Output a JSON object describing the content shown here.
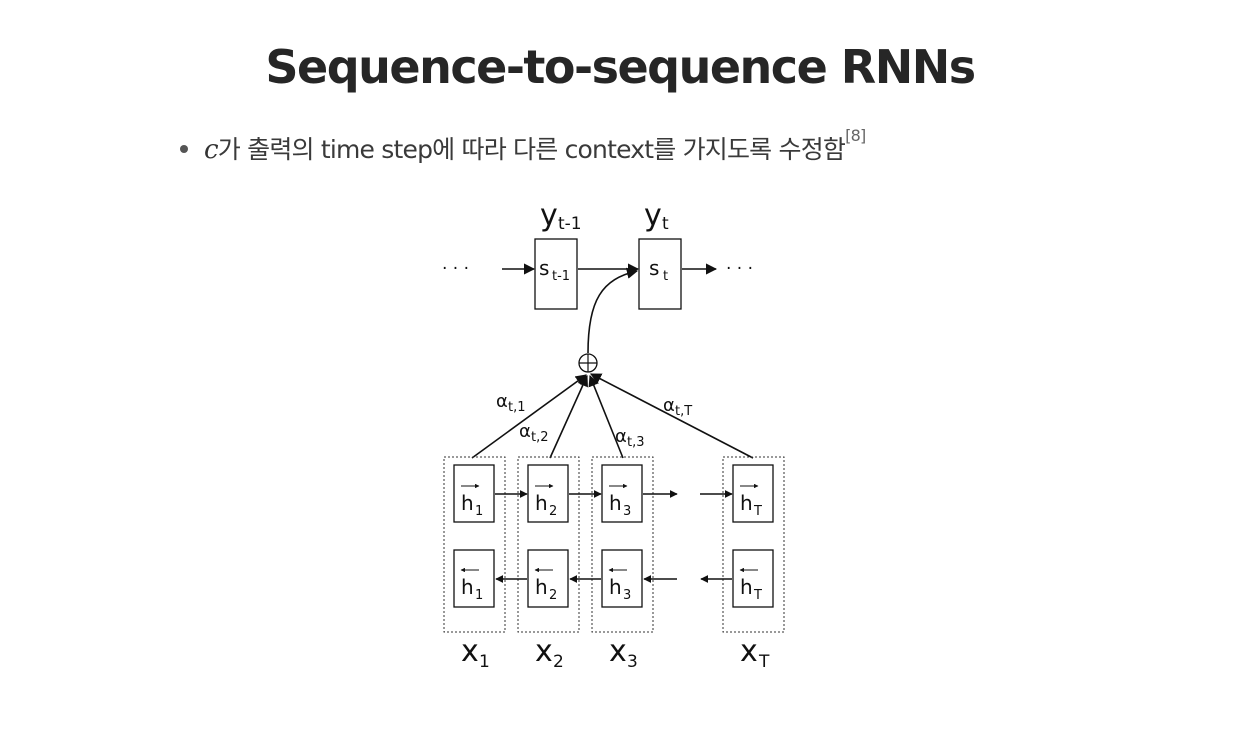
{
  "slide": {
    "title": "Sequence-to-sequence RNNs",
    "bullet": {
      "variable": "c",
      "text": "가 출력의 time step에 따라 다른 context를 가지도록 수정함",
      "reference": "[8]"
    }
  },
  "diagram": {
    "ellipsis": "· · ·",
    "outputs": [
      {
        "base": "y",
        "sub": "t-1"
      },
      {
        "base": "y",
        "sub": "t"
      }
    ],
    "decoder_states": [
      {
        "base": "s",
        "sub": "t-1"
      },
      {
        "base": "s",
        "sub": "t"
      }
    ],
    "combine_symbol": "⊕",
    "attention_weights": [
      {
        "base": "α",
        "sub": "t,1"
      },
      {
        "base": "α",
        "sub": "t,2"
      },
      {
        "base": "α",
        "sub": "t,3"
      },
      {
        "base": "α",
        "sub": "t,T"
      }
    ],
    "encoder_columns": [
      {
        "h": "h",
        "sub": "1",
        "x": "x",
        "xsub": "1"
      },
      {
        "h": "h",
        "sub": "2",
        "x": "x",
        "xsub": "2"
      },
      {
        "h": "h",
        "sub": "3",
        "x": "x",
        "xsub": "3"
      },
      {
        "h": "h",
        "sub": "T",
        "x": "x",
        "xsub": "T"
      }
    ]
  }
}
